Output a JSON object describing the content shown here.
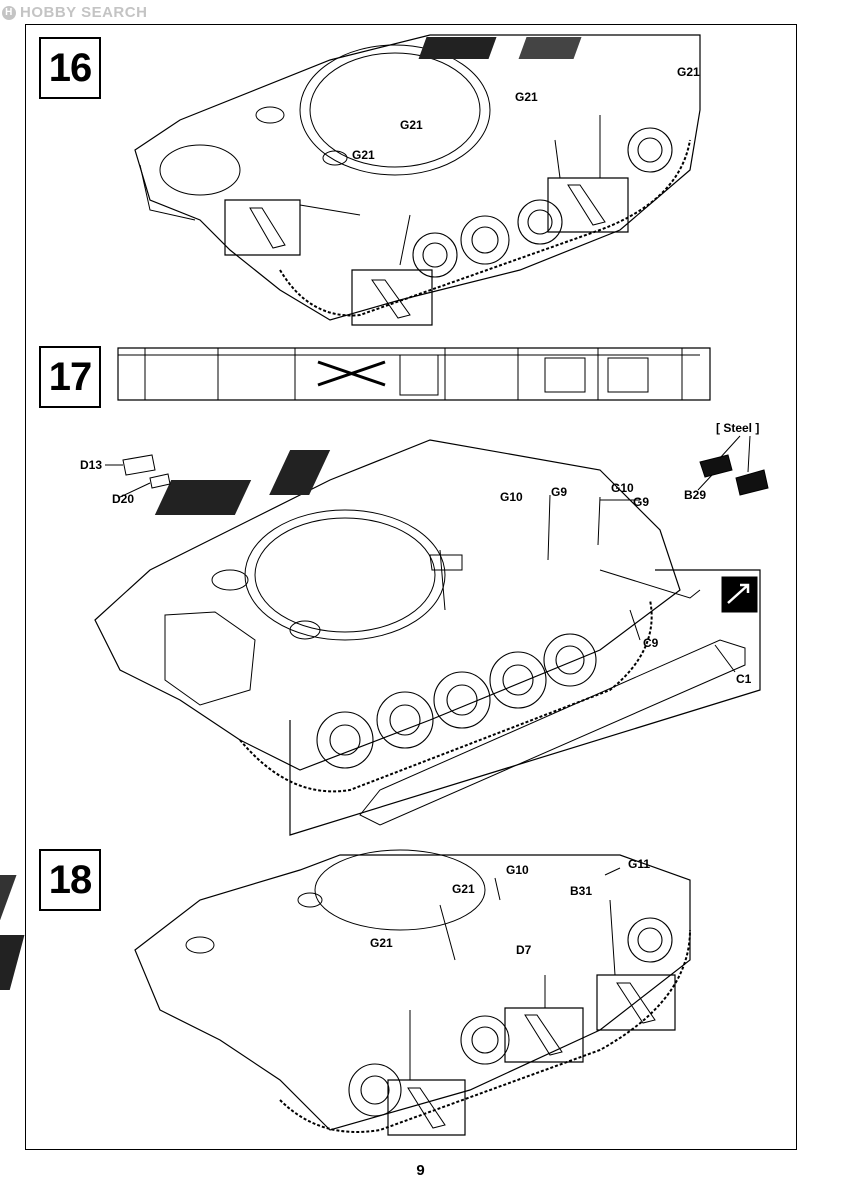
{
  "watermark": {
    "logo_text": "HOBBY SEARCH",
    "mark": "H"
  },
  "steps": [
    {
      "number": "16",
      "parts": [
        "G21",
        "G21",
        "G21",
        "G21"
      ]
    },
    {
      "number": "17",
      "parts": [
        "D13",
        "D20",
        "G10",
        "G9",
        "G10",
        "G9",
        "B29",
        "C9",
        "C1"
      ],
      "material_note": "[ Steel ]"
    },
    {
      "number": "18",
      "parts": [
        "G11",
        "G10",
        "G21",
        "B31",
        "G21",
        "D7"
      ]
    }
  ],
  "page_number": "9",
  "icons": {
    "flip": "flip-over-icon"
  }
}
